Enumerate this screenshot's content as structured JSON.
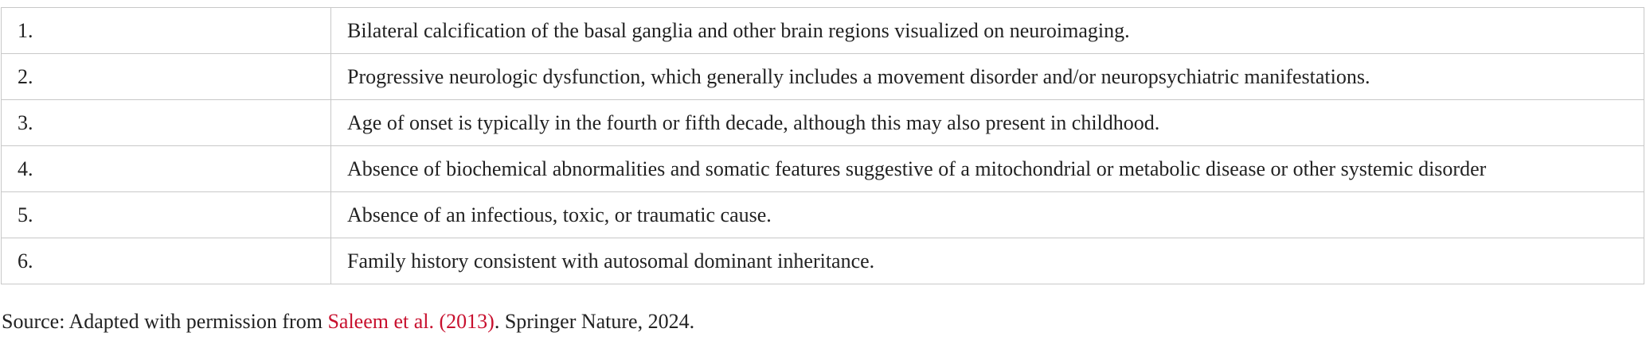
{
  "table": {
    "rows": [
      {
        "number": "1.",
        "text": "Bilateral calcification of the basal ganglia and other brain regions visualized on neuroimaging."
      },
      {
        "number": "2.",
        "text": "Progressive neurologic dysfunction, which generally includes a movement disorder and/or neuropsychiatric manifestations."
      },
      {
        "number": "3.",
        "text": "Age of onset is typically in the fourth or fifth decade, although this may also present in childhood."
      },
      {
        "number": "4.",
        "text": "Absence of biochemical abnormalities and somatic features suggestive of a mitochondrial or metabolic disease or other systemic disorder"
      },
      {
        "number": "5.",
        "text": "Absence of an infectious, toxic, or traumatic cause."
      },
      {
        "number": "6.",
        "text": "Family history consistent with autosomal dominant inheritance."
      }
    ]
  },
  "footnote": {
    "prefix": "Source: Adapted with permission from ",
    "citation_link": "Saleem et al. (2013)",
    "suffix": ". Springer Nature, 2024."
  },
  "colors": {
    "text": "#222222",
    "link": "#c8102e",
    "border": "#c8c8c8"
  }
}
